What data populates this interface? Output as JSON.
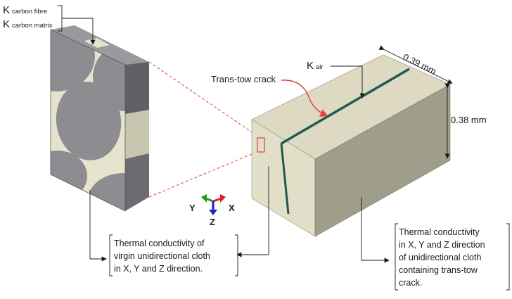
{
  "labels": {
    "k_symbol": "K",
    "k_fibre_sub": "carbon fibre",
    "k_matrix_sub": "carbon matrix",
    "k_air_sub": "air",
    "crack": "Trans-tow crack",
    "dim_width": "0.39 mm",
    "dim_height": "0.38 mm",
    "axis_y": "Y",
    "axis_x": "X",
    "axis_z": "Z"
  },
  "notes": {
    "left_lines": [
      "Thermal conductivity of",
      "virgin unidirectional cloth",
      "in X, Y and Z direction."
    ],
    "right_lines": [
      "Thermal conductivity",
      "in X, Y and Z direction",
      "of unidirectional cloth",
      "containing trans-tow",
      "crack."
    ]
  },
  "colors": {
    "fibre": "#8c8c91",
    "fibre_dark": "#6b6b70",
    "matrix": "#e6e3cc",
    "block_front": "#e2dfc8",
    "block_top": "#ddd9c2",
    "block_side": "#9e9e8a",
    "crack": "#1f5a4e",
    "dashed": "#e0403a",
    "axis_x": "#e02020",
    "axis_y": "#20a020",
    "axis_z": "#2020c8"
  }
}
